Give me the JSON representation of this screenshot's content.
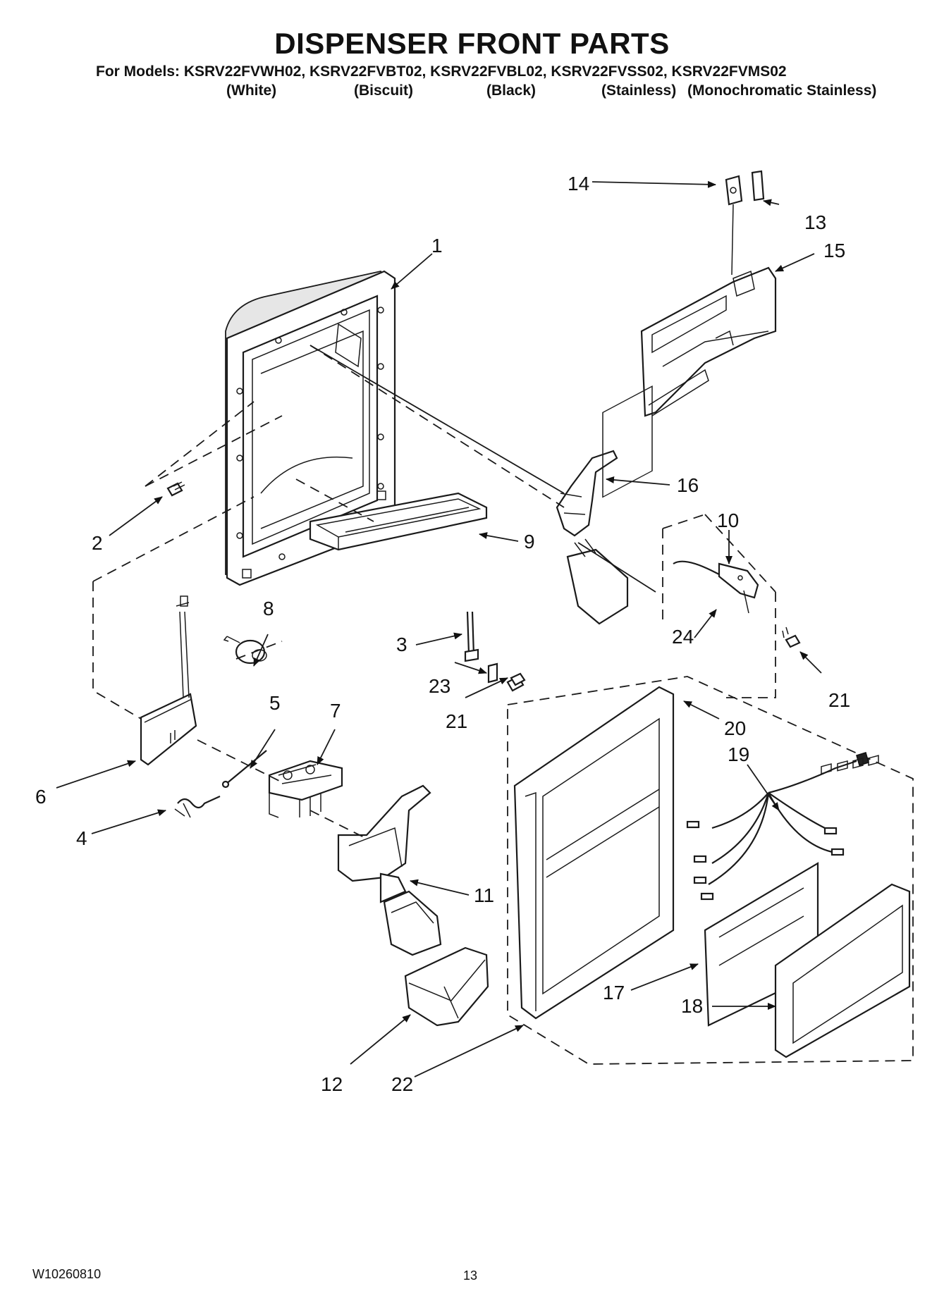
{
  "header": {
    "title": "DISPENSER FRONT PARTS",
    "models_line": "For Models: KSRV22FVWH02, KSRV22FVBT02, KSRV22FVBL02, KSRV22FVSS02, KSRV22FVMS02",
    "colors": [
      "(White)",
      "(Biscuit)",
      "(Black)",
      "(Stainless)",
      "(Monochromatic Stainless)"
    ]
  },
  "callouts": [
    "1",
    "2",
    "3",
    "4",
    "5",
    "6",
    "7",
    "8",
    "9",
    "10",
    "11",
    "12",
    "13",
    "14",
    "15",
    "16",
    "17",
    "18",
    "19",
    "20",
    "21",
    "21",
    "22",
    "23",
    "24"
  ],
  "footer": {
    "doc_number": "W10260810",
    "page_number": "13"
  }
}
